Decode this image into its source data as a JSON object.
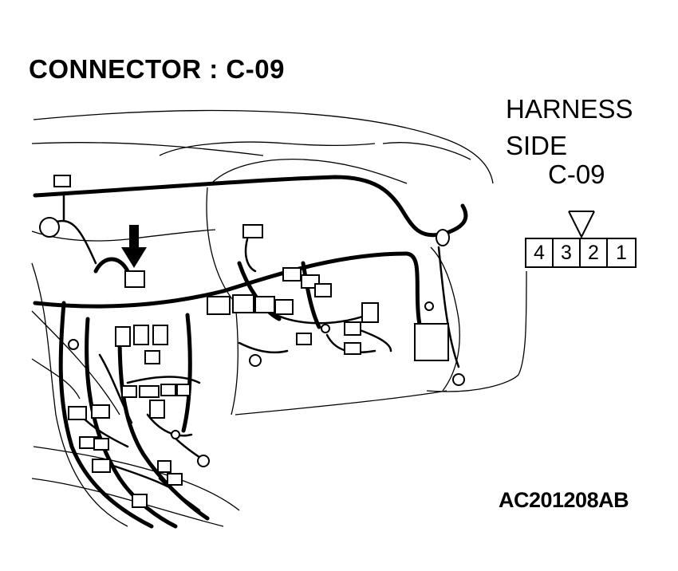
{
  "title": "CONNECTOR : C-09",
  "harness": {
    "line1": "HARNESS",
    "line2": "SIDE",
    "code": "C-09"
  },
  "connector_pins": [
    "4",
    "3",
    "2",
    "1"
  ],
  "reference": "AC201208AB"
}
